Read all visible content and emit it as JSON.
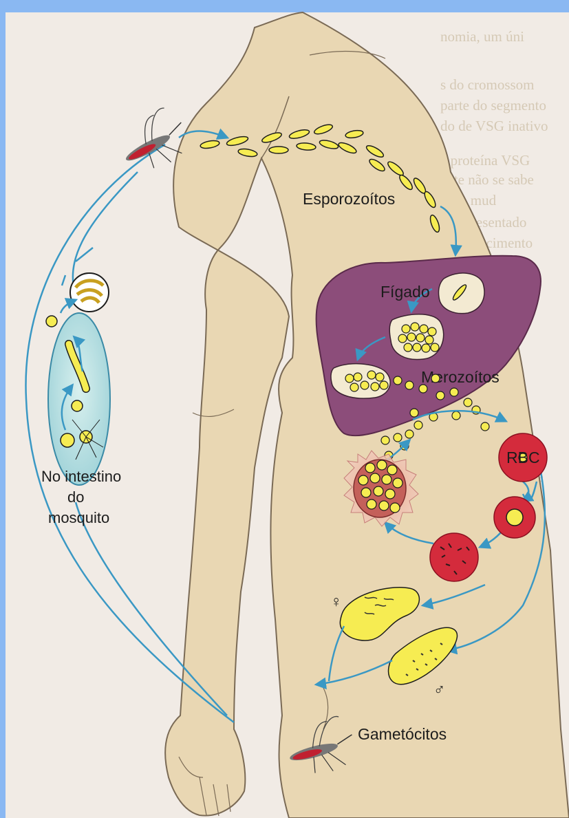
{
  "labels": {
    "sporozoites": "Esporozoítos",
    "liver": "Fígado",
    "merozoites": "Merozoítos",
    "rbc": "RBC",
    "mosquito_gut_line1": "No intestino",
    "mosquito_gut_line2": "do",
    "mosquito_gut_line3": "mosquito",
    "gametocytes": "Gametócitos",
    "female_symbol": "♀",
    "male_symbol": "♂"
  },
  "colors": {
    "frame_blue": "#8ab8f2",
    "page_paper": "#f1ebe5",
    "skin": "#e9d7b3",
    "liver": "#8c4d7a",
    "cycle_arrow": "#3a98c4",
    "parasite_yellow": "#f6ec52",
    "red_blood_cell": "#d42b3c",
    "gut_cyan": "#bde4e6"
  },
  "icons": {
    "mosquito_top": "mosquito-icon",
    "mosquito_bottom": "mosquito-icon",
    "female": "female-symbol-icon",
    "male": "male-symbol-icon"
  }
}
